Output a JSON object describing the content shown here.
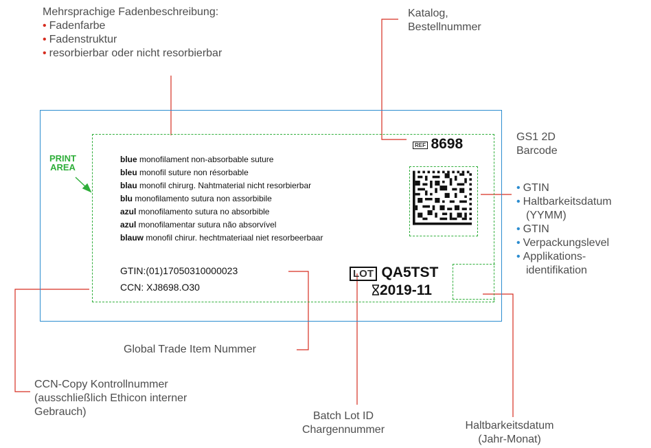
{
  "callouts": {
    "thread_desc": {
      "title": "Mehrsprachige Fadenbeschreibung:",
      "items": [
        "Fadenfarbe",
        "Fadenstruktur",
        "resorbierbar oder nicht resorbierbar"
      ]
    },
    "catalog": {
      "line1": "Katalog,",
      "line2": "Bestellnummer"
    },
    "gs1": {
      "line1": "GS1 2D",
      "line2": "Barcode",
      "items": [
        "GTIN",
        "Haltbarkeitsdatum",
        "(YYMM)",
        "GTIN",
        "Verpackungslevel",
        "Applikations-",
        "identifikation"
      ]
    },
    "gtin": "Global Trade Item Nummer",
    "ccn": {
      "line1": "CCN-Copy Kontrollnummer",
      "line2": "(ausschließlich Ethicon interner",
      "line3": "Gebrauch)"
    },
    "batch": {
      "line1": "Batch Lot ID",
      "line2": "Chargennummer"
    },
    "expiry": {
      "line1": "Haltbarkeitsdatum",
      "line2": "(Jahr-Monat)"
    }
  },
  "label": {
    "print_area": {
      "line1": "PRINT",
      "line2": "AREA"
    },
    "ref_symbol": "REF",
    "ref_number": "8698",
    "descriptions": [
      {
        "bold": "blue",
        "rest": " monofilament non-absorbable suture"
      },
      {
        "bold": "bleu",
        "rest": " monofil suture non résorbable"
      },
      {
        "bold": "blau",
        "rest": " monofil chirurg. Nahtmaterial nicht resorbierbar"
      },
      {
        "bold": "blu",
        "rest": " monofilamento sutura non assorbibile"
      },
      {
        "bold": "azul",
        "rest": " monofilamento sutura no absorbible"
      },
      {
        "bold": "azul",
        "rest": " monofilamentar sutura não absorvível"
      },
      {
        "bold": "blauw",
        "rest": " monofil chirur. hechtmateriaal niet resorbeerbaar"
      }
    ],
    "gtin_text": "GTIN:(01)17050310000023",
    "ccn_text": "CCN: XJ8698.O30",
    "lot_symbol": "LOT",
    "lot_value": "QA5TST",
    "expiry_value": "2019-11"
  },
  "colors": {
    "frame": "#2b8ccf",
    "print_area": "#2fae3a",
    "leader": "#d62d20",
    "bullet_red": "#d62d20",
    "bullet_blue": "#2b8ccf"
  },
  "icons": [
    "arrow-icon",
    "hourglass-icon",
    "datamatrix-barcode"
  ]
}
